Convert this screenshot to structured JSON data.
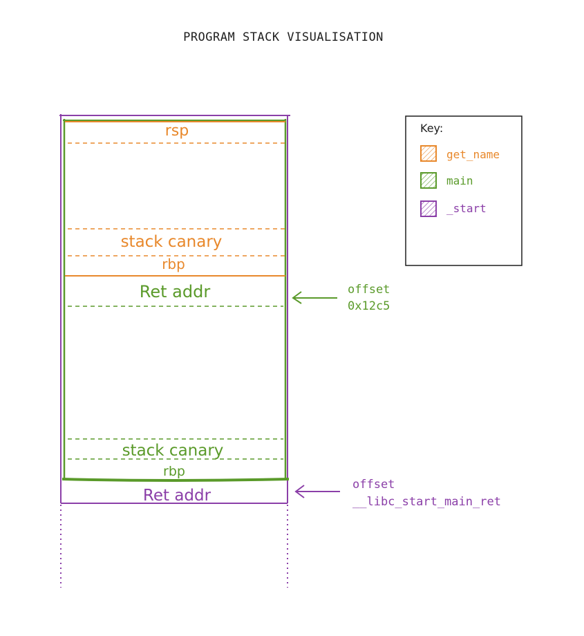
{
  "title": "PROGRAM STACK VISUALISATION",
  "colors": {
    "get_name": "#e8882b",
    "main": "#5a9a2a",
    "_start": "#8b3fa8",
    "ink": "#1e1e1e"
  },
  "stack": {
    "get_name": {
      "rsp": "rsp",
      "canary": "stack canary",
      "rbp": "rbp"
    },
    "main": {
      "ret": "Ret addr",
      "canary": "stack canary",
      "rbp": "rbp"
    },
    "_start": {
      "ret": "Ret addr"
    }
  },
  "annotations": {
    "main_offset_line1": "offset",
    "main_offset_line2": "0x12c5",
    "start_offset_line1": "offset",
    "start_offset_line2": "__libc_start_main_ret"
  },
  "key": {
    "title": "Key:",
    "items": [
      {
        "label": "get_name",
        "color_key": "get_name"
      },
      {
        "label": "main",
        "color_key": "main"
      },
      {
        "label": "_start",
        "color_key": "_start"
      }
    ]
  }
}
